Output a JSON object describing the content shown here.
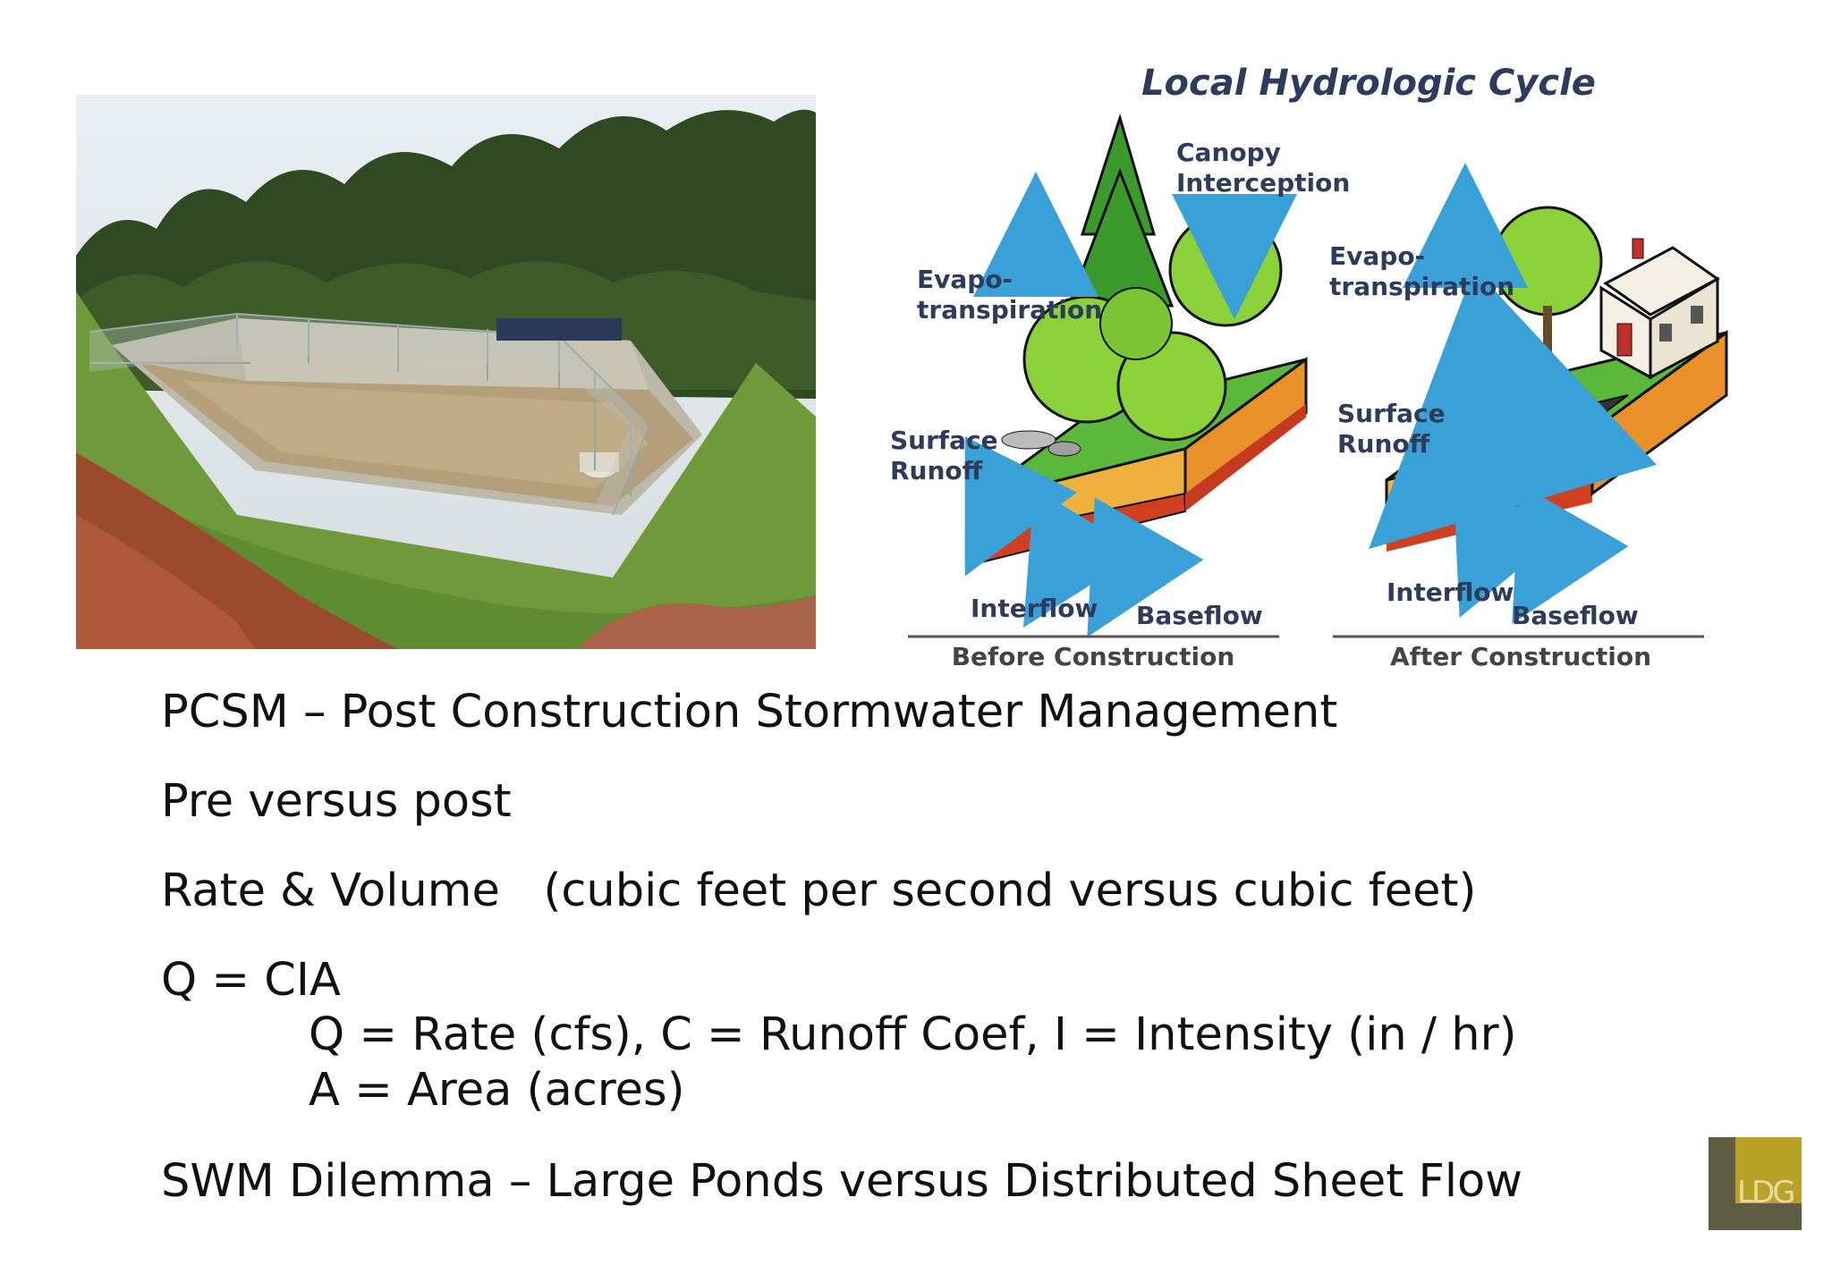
{
  "photo": {
    "subject": "fenced stormwater detention pond on grassy slope"
  },
  "diagram": {
    "title": "Local Hydrologic Cycle",
    "before": {
      "caption": "Before Construction",
      "canopy": [
        "Canopy",
        "Interception"
      ],
      "evapo": [
        "Evapo-",
        "transpiration"
      ],
      "surface": [
        "Surface",
        "Runoff"
      ],
      "interflow": "Interflow",
      "baseflow": "Baseflow"
    },
    "after": {
      "caption": "After Construction",
      "evapo": [
        "Evapo-",
        "transpiration"
      ],
      "surface": [
        "Surface",
        "Runoff"
      ],
      "interflow": "Interflow",
      "baseflow": "Baseflow"
    }
  },
  "bullets": {
    "b1": "PCSM – Post Construction Stormwater Management",
    "b2": "Pre versus post",
    "b3": "Rate & Volume   (cubic feet per second versus cubic feet)",
    "b4": "Q = CIA",
    "b4_sub1": "Q = Rate (cfs), C = Runoff Coef, I = Intensity (in / hr)",
    "b4_sub2": "A = Area (acres)",
    "b5": "SWM Dilemma – Large Ponds versus Distributed Sheet Flow"
  },
  "logo": {
    "text": "LDG"
  },
  "colors": {
    "logo_dark": "#5f5c44",
    "logo_gold": "#b8a227",
    "arrow": "#3aa0d8",
    "grass": "#8bd23a"
  }
}
